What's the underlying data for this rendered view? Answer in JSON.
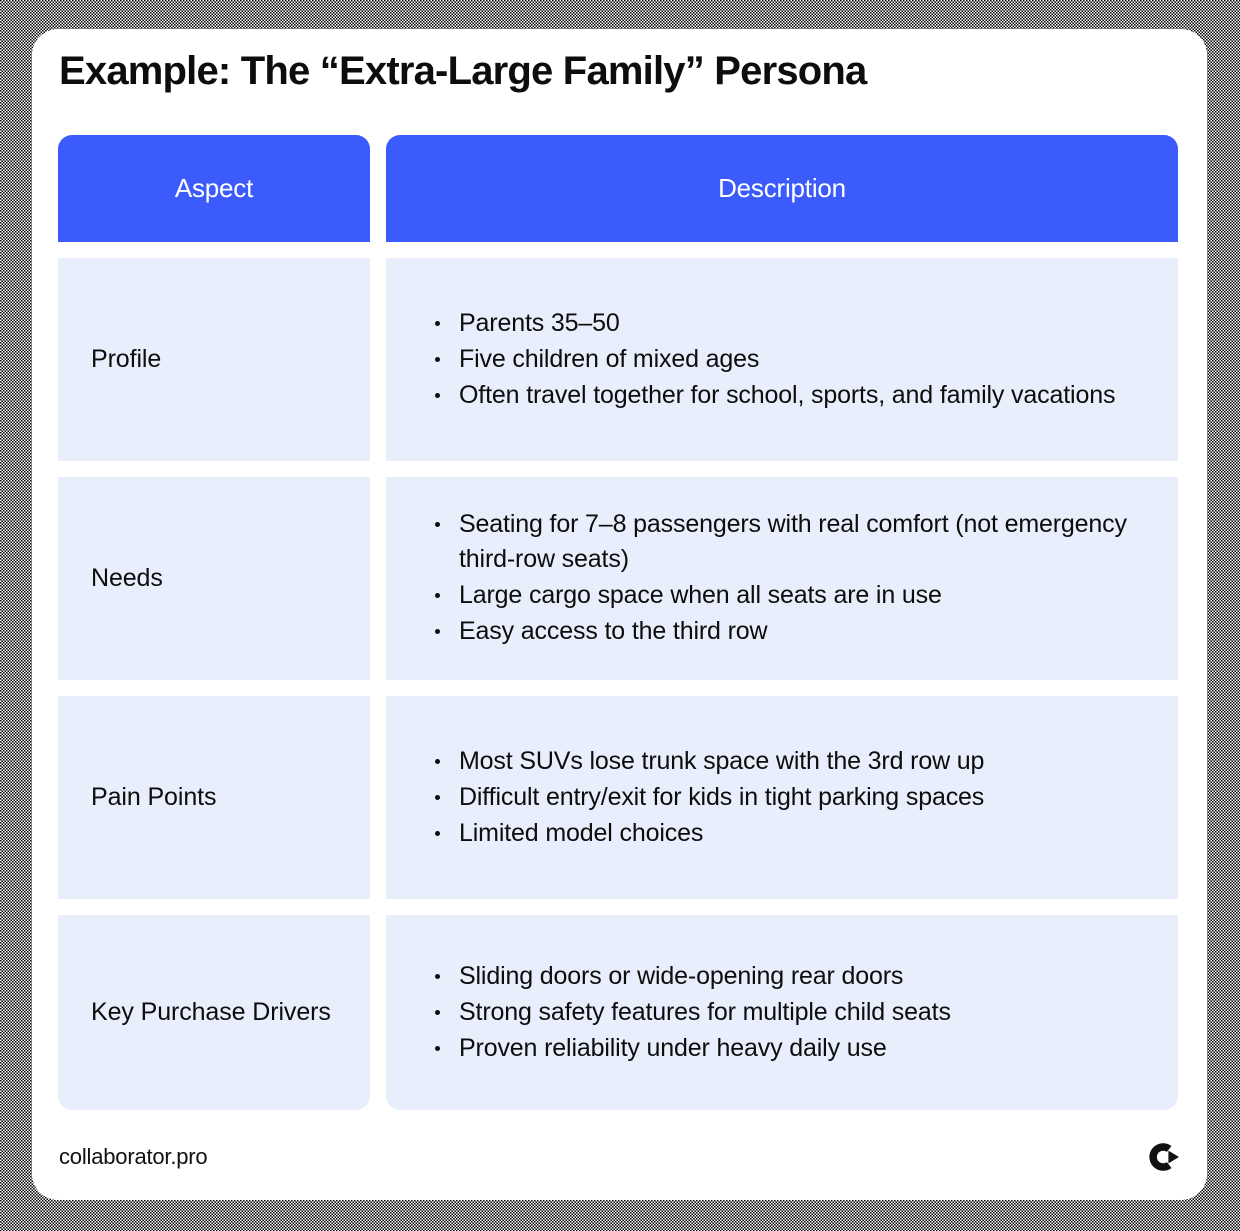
{
  "page": {
    "title": "Example: The “Extra-Large Family” Persona"
  },
  "colors": {
    "header_blue": "#3b5bfc",
    "cell_light_blue": "#e9eefc",
    "text_dark": "#0d0d0d",
    "card_background": "#ffffff",
    "frame_dark": "#0a0a0a"
  },
  "table": {
    "headers": {
      "aspect": "Aspect",
      "description": "Description"
    },
    "rows": [
      {
        "aspect": "Profile",
        "description": [
          "Parents 35–50",
          "Five children of mixed ages",
          "Often travel together for school, sports, and family vacations"
        ]
      },
      {
        "aspect": "Needs",
        "description": [
          "Seating for 7–8 passengers with real comfort (not emergency third-row seats)",
          "Large cargo space when all seats are in use",
          "Easy access to the third row"
        ]
      },
      {
        "aspect": "Pain Points",
        "description": [
          "Most SUVs lose trunk space with the 3rd row up",
          "Difficult entry/exit for kids in tight parking spaces",
          "Limited model choices"
        ]
      },
      {
        "aspect": "Key Purchase Drivers",
        "description": [
          "Sliding doors or wide-opening rear doors",
          "Strong safety features for multiple child seats",
          "Proven reliability under heavy daily use"
        ]
      }
    ]
  },
  "footer": {
    "url": "collaborator.pro",
    "logo_name": "collaborator-logo-icon"
  }
}
